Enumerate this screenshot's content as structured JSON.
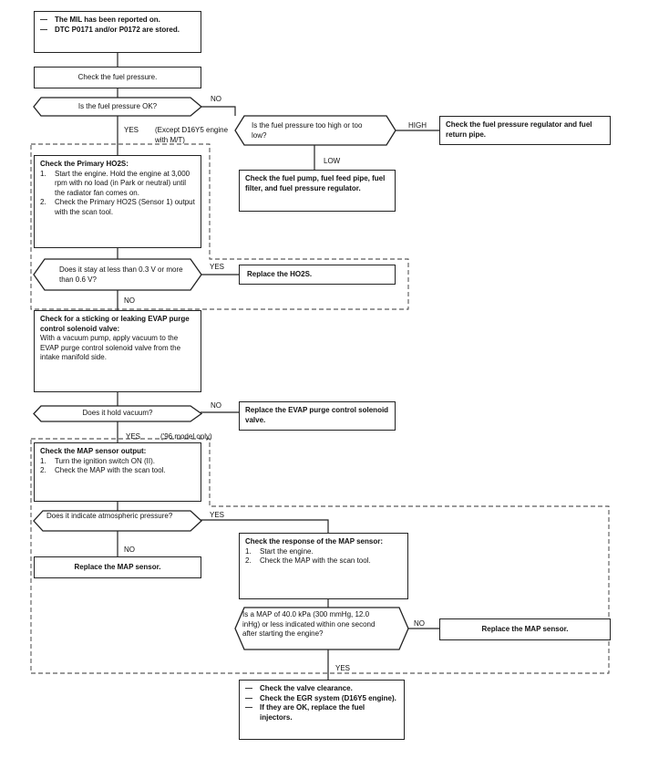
{
  "start": {
    "items": [
      {
        "marker": "—",
        "text": "The MIL has been reported on."
      },
      {
        "marker": "—",
        "text": "DTC P0171 and/or P0172 are stored."
      }
    ]
  },
  "check_fuel_pressure": "Check the fuel pressure.",
  "q_fuel_pressure_ok": "Is the fuel pressure OK?",
  "q_too_high_low": "Is the fuel pressure too high or too low?",
  "check_regulator": "Check the fuel pressure regulator and fuel return pipe.",
  "check_fuel_pump": "Check the fuel pump, fuel feed pipe, fuel filter, and fuel pressure regulator.",
  "except_note": "(Except D16Y5 engine with M/T)",
  "primary_ho2s": {
    "title": "Check the Primary HO2S:",
    "items": [
      {
        "marker": "1.",
        "text": "Start the engine. Hold the engine at 3,000 rpm with no load (in Park or neutral) until the radiator fan comes on."
      },
      {
        "marker": "2.",
        "text": "Check the Primary HO2S (Sensor 1) output with the scan tool."
      }
    ]
  },
  "q_voltage": "Does it stay at less than 0.3 V or more than 0.6 V?",
  "replace_ho2s": "Replace the HO2S.",
  "evap_check": {
    "title": "Check for a sticking or leaking EVAP purge control solenoid valve:",
    "body": "With a vacuum pump, apply vacuum to the EVAP purge control solenoid valve from the intake manifold side."
  },
  "q_vacuum": "Does it hold vacuum?",
  "replace_evap": "Replace the EVAP purge control solenoid valve.",
  "model_note": "('96 model only)",
  "map_output": {
    "title": "Check the MAP sensor output:",
    "items": [
      {
        "marker": "1.",
        "text": "Turn the ignition switch ON (II)."
      },
      {
        "marker": "2.",
        "text": "Check the MAP with the scan tool."
      }
    ]
  },
  "q_atmospheric": "Does it indicate atmospheric pressure?",
  "replace_map_1": "Replace the MAP sensor.",
  "map_response": {
    "title": "Check the response of the MAP sensor:",
    "items": [
      {
        "marker": "1.",
        "text": "Start the engine."
      },
      {
        "marker": "2.",
        "text": "Check the MAP with the scan tool."
      }
    ]
  },
  "q_map_value": "Is a MAP of 40.0 kPa (300 mmHg, 12.0 inHg) or less indicated within one second after starting the engine?",
  "replace_map_2": "Replace the MAP sensor.",
  "final": {
    "items": [
      {
        "marker": "—",
        "text": "Check the valve clearance."
      },
      {
        "marker": "—",
        "text": "Check the EGR system (D16Y5 engine)."
      },
      {
        "marker": "—",
        "text": "If they are OK, replace the fuel injectors."
      }
    ]
  },
  "labels": {
    "no": "NO",
    "yes": "YES",
    "high": "HIGH",
    "low": "LOW"
  }
}
